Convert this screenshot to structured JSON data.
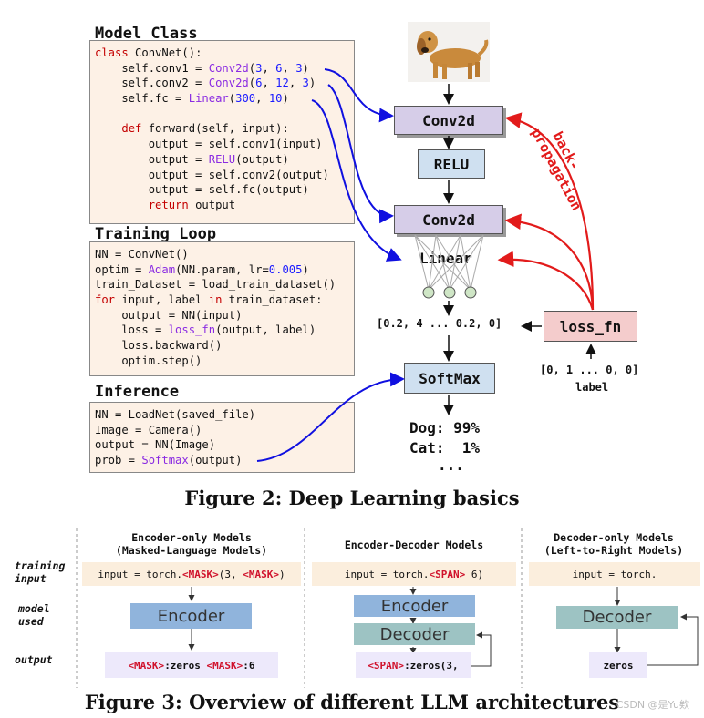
{
  "figure2": {
    "headings": {
      "model_class": "Model Class",
      "training_loop": "Training Loop",
      "inference": "Inference"
    },
    "model_code": [
      [
        {
          "t": "class ",
          "c": "kw"
        },
        {
          "t": "ConvNet():"
        }
      ],
      [
        {
          "t": "    self.conv1 = "
        },
        {
          "t": "Conv2d",
          "c": "fn"
        },
        {
          "t": "("
        },
        {
          "t": "3",
          "c": "num"
        },
        {
          "t": ", "
        },
        {
          "t": "6",
          "c": "num"
        },
        {
          "t": ", "
        },
        {
          "t": "3",
          "c": "num"
        },
        {
          "t": ")"
        }
      ],
      [
        {
          "t": "    self.conv2 = "
        },
        {
          "t": "Conv2d",
          "c": "fn"
        },
        {
          "t": "("
        },
        {
          "t": "6",
          "c": "num"
        },
        {
          "t": ", "
        },
        {
          "t": "12",
          "c": "num"
        },
        {
          "t": ", "
        },
        {
          "t": "3",
          "c": "num"
        },
        {
          "t": ")"
        }
      ],
      [
        {
          "t": "    self.fc = "
        },
        {
          "t": "Linear",
          "c": "fn"
        },
        {
          "t": "("
        },
        {
          "t": "300",
          "c": "num"
        },
        {
          "t": ", "
        },
        {
          "t": "10",
          "c": "num"
        },
        {
          "t": ")"
        }
      ],
      [
        {
          "t": ""
        }
      ],
      [
        {
          "t": "    "
        },
        {
          "t": "def ",
          "c": "kw"
        },
        {
          "t": "forward(self, input):"
        }
      ],
      [
        {
          "t": "        output = self.conv1(input)"
        }
      ],
      [
        {
          "t": "        output = "
        },
        {
          "t": "RELU",
          "c": "fn"
        },
        {
          "t": "(output)"
        }
      ],
      [
        {
          "t": "        output = self.conv2(output)"
        }
      ],
      [
        {
          "t": "        output = self.fc(output)"
        }
      ],
      [
        {
          "t": "        "
        },
        {
          "t": "return",
          "c": "kw"
        },
        {
          "t": " output"
        }
      ]
    ],
    "training_code": [
      [
        {
          "t": "NN = ConvNet()"
        }
      ],
      [
        {
          "t": "optim = "
        },
        {
          "t": "Adam",
          "c": "fn"
        },
        {
          "t": "(NN.param, lr="
        },
        {
          "t": "0.005",
          "c": "num"
        },
        {
          "t": ")"
        }
      ],
      [
        {
          "t": "train_Dataset = load_train_dataset()"
        }
      ],
      [
        {
          "t": "for",
          "c": "kw"
        },
        {
          "t": " input, label "
        },
        {
          "t": "in",
          "c": "kw"
        },
        {
          "t": " train_dataset:"
        }
      ],
      [
        {
          "t": "    output = NN(input)"
        }
      ],
      [
        {
          "t": "    loss = "
        },
        {
          "t": "loss_fn",
          "c": "fn"
        },
        {
          "t": "(output, label)"
        }
      ],
      [
        {
          "t": "    loss.backward()"
        }
      ],
      [
        {
          "t": "    optim.step()"
        }
      ]
    ],
    "inference_code": [
      [
        {
          "t": "NN = LoadNet(saved_file)"
        }
      ],
      [
        {
          "t": "Image = Camera()"
        }
      ],
      [
        {
          "t": "output = NN(Image)"
        }
      ],
      [
        {
          "t": "prob = "
        },
        {
          "t": "Softmax",
          "c": "fn"
        },
        {
          "t": "(output)"
        }
      ]
    ],
    "blocks": {
      "conv1": "Conv2d",
      "relu": "RELU",
      "conv2": "Conv2d",
      "linear": "Linear",
      "softmax": "SoftMax",
      "loss_fn": "loss_fn"
    },
    "output_vector": "[0.2, 4 ... 0.2, 0]",
    "label_vector": "[0, 1 ... 0, 0]",
    "label_caption": "label",
    "backprop_label": "back-\npropagation",
    "predictions": [
      "Dog: 99%",
      "Cat:  1%",
      "..."
    ],
    "caption": "Figure 2: Deep Learning basics"
  },
  "figure3": {
    "columns": [
      {
        "title": "Encoder-only Models\n(Masked-Language Models)",
        "input": [
          {
            "t": "input = torch."
          },
          {
            "t": "<MASK>",
            "c": "tok"
          },
          {
            "t": "(3, "
          },
          {
            "t": "<MASK>",
            "c": "tok"
          },
          {
            "t": ")"
          }
        ],
        "models": [
          "Encoder"
        ],
        "output": [
          {
            "t": "<MASK>",
            "c": "tok"
          },
          {
            "t": ":zeros "
          },
          {
            "t": "<MASK>",
            "c": "tok"
          },
          {
            "t": ":6"
          }
        ]
      },
      {
        "title": "Encoder-Decoder Models",
        "input": [
          {
            "t": "input = torch."
          },
          {
            "t": "<SPAN>",
            "c": "tok"
          },
          {
            "t": " 6)"
          }
        ],
        "models": [
          "Encoder",
          "Decoder"
        ],
        "output": [
          {
            "t": "<SPAN>",
            "c": "tok"
          },
          {
            "t": ":zeros(3,"
          }
        ]
      },
      {
        "title": "Decoder-only Models\n(Left-to-Right Models)",
        "input": [
          {
            "t": "input = torch."
          }
        ],
        "models": [
          "Decoder"
        ],
        "output": [
          {
            "t": "zeros"
          }
        ]
      }
    ],
    "row_labels": [
      "training\ninput",
      "model\nused",
      "output"
    ],
    "caption": "Figure 3: Overview of different LLM architectures"
  },
  "watermark": "CSDN @是Yu欸",
  "colors": {
    "blue_arrow": "#1010e0",
    "red_arrow": "#e21b1b",
    "encoder": "#90b4dc",
    "decoder": "#9dc3c3",
    "conv": "#d6cde8",
    "softmax": "#cfe0f0",
    "loss": "#f4cccc"
  }
}
